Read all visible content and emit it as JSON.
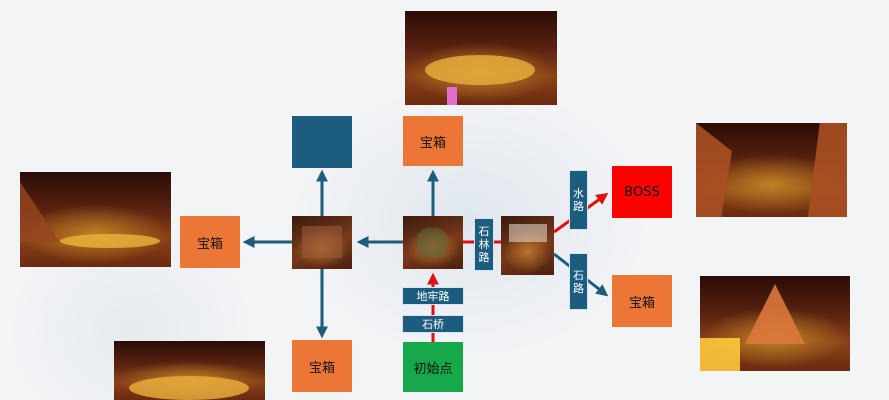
{
  "boxes": {
    "top_chest": "宝箱",
    "left_chest": "宝箱",
    "bottom_chest": "宝箱",
    "right_chest": "宝箱",
    "boss": "BOSS",
    "start": "初始点"
  },
  "paths": {
    "stone_forest": [
      "石",
      "林",
      "路"
    ],
    "water": [
      "水",
      "路"
    ],
    "stone_lower": [
      "石",
      "路"
    ],
    "dungeon": "地牢路",
    "stone_bridge": "石桥"
  },
  "colors": {
    "chest": "#ec7636",
    "unknown_room": "#1c5d7f",
    "boss": "#ff0000",
    "start": "#17a84a",
    "path_arrow": "#1c5d7f",
    "main_arrow": "#e01010"
  }
}
